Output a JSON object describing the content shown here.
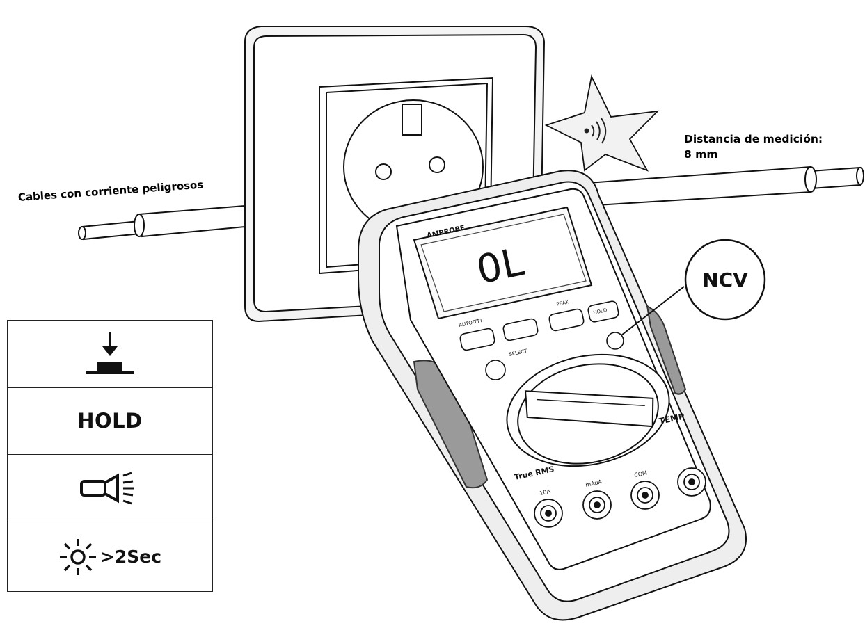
{
  "labels": {
    "cables": "Cables con corriente peligrosos",
    "distance_line1": "Distancia de medición:",
    "distance_line2": "8 mm"
  },
  "meter": {
    "brand": "AMPROBE",
    "display_reading": "0L",
    "ncv_callout": "NCV",
    "button_labels": [
      "AUTO/TTT",
      "",
      "PEAK",
      "HOLD"
    ],
    "select_label": "SELECT",
    "true_rms": "True RMS",
    "temp": "TEMP",
    "jack_labels": [
      "10A",
      "mAμA",
      "COM",
      ""
    ]
  },
  "legend": {
    "items": [
      {
        "icon": "press-button-icon"
      },
      {
        "text": "HOLD"
      },
      {
        "icon": "flashlight-icon"
      },
      {
        "icon": "sun-icon",
        "text": ">2Sec"
      }
    ]
  },
  "colors": {
    "ink": "#111111",
    "paper": "#ffffff",
    "grey": "#e8e8e8"
  }
}
